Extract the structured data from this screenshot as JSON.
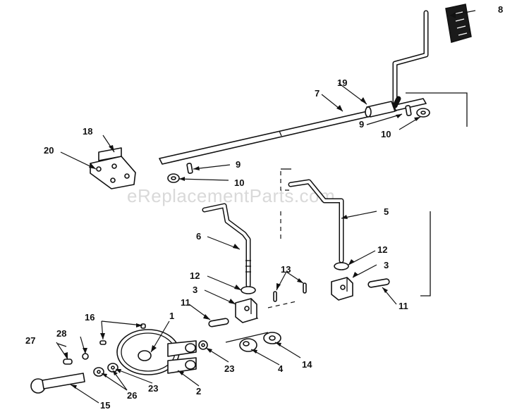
{
  "watermark": "eReplacementParts.com",
  "colors": {
    "line": "#111111",
    "background": "#ffffff",
    "pedal_pad": "#1a1a1a",
    "watermark": "#d9d9d9"
  },
  "callouts": [
    {
      "label": "1"
    },
    {
      "label": "2"
    },
    {
      "label": "3"
    },
    {
      "label": "3"
    },
    {
      "label": "4"
    },
    {
      "label": "5"
    },
    {
      "label": "6"
    },
    {
      "label": "7"
    },
    {
      "label": "8"
    },
    {
      "label": "9"
    },
    {
      "label": "9"
    },
    {
      "label": "10"
    },
    {
      "label": "10"
    },
    {
      "label": "11"
    },
    {
      "label": "11"
    },
    {
      "label": "12"
    },
    {
      "label": "12"
    },
    {
      "label": "13"
    },
    {
      "label": "14"
    },
    {
      "label": "15"
    },
    {
      "label": "16"
    },
    {
      "label": "18"
    },
    {
      "label": "19"
    },
    {
      "label": "20"
    },
    {
      "label": "23"
    },
    {
      "label": "23"
    },
    {
      "label": "26"
    },
    {
      "label": "27"
    },
    {
      "label": "28"
    }
  ]
}
